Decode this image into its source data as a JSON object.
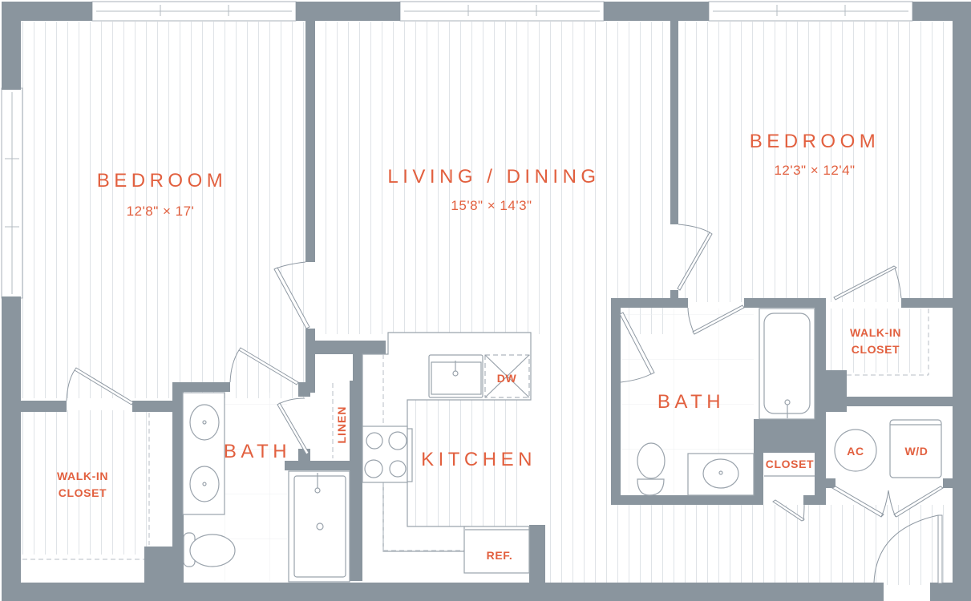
{
  "floorplan": {
    "accent_color": "#e2603f",
    "wall_color": "#8a959e",
    "rooms": [
      {
        "id": "bedroom-1",
        "name": "BEDROOM",
        "dimensions": "12'8\" × 17'"
      },
      {
        "id": "living-dining",
        "name": "LIVING / DINING",
        "dimensions": "15'8\" × 14'3\""
      },
      {
        "id": "bedroom-2",
        "name": "BEDROOM",
        "dimensions": "12'3\" × 12'4\""
      },
      {
        "id": "bath-1",
        "name": "BATH"
      },
      {
        "id": "bath-2",
        "name": "BATH"
      },
      {
        "id": "kitchen",
        "name": "KITCHEN"
      },
      {
        "id": "walk-in-closet-1",
        "name_line1": "WALK-IN",
        "name_line2": "CLOSET"
      },
      {
        "id": "walk-in-closet-2",
        "name_line1": "WALK-IN",
        "name_line2": "CLOSET"
      },
      {
        "id": "linen",
        "name": "LINEN"
      },
      {
        "id": "closet",
        "name": "CLOSET"
      }
    ],
    "appliances": {
      "dishwasher": "DW",
      "refrigerator": "REF.",
      "air_conditioner": "AC",
      "washer_dryer": "W/D"
    }
  }
}
